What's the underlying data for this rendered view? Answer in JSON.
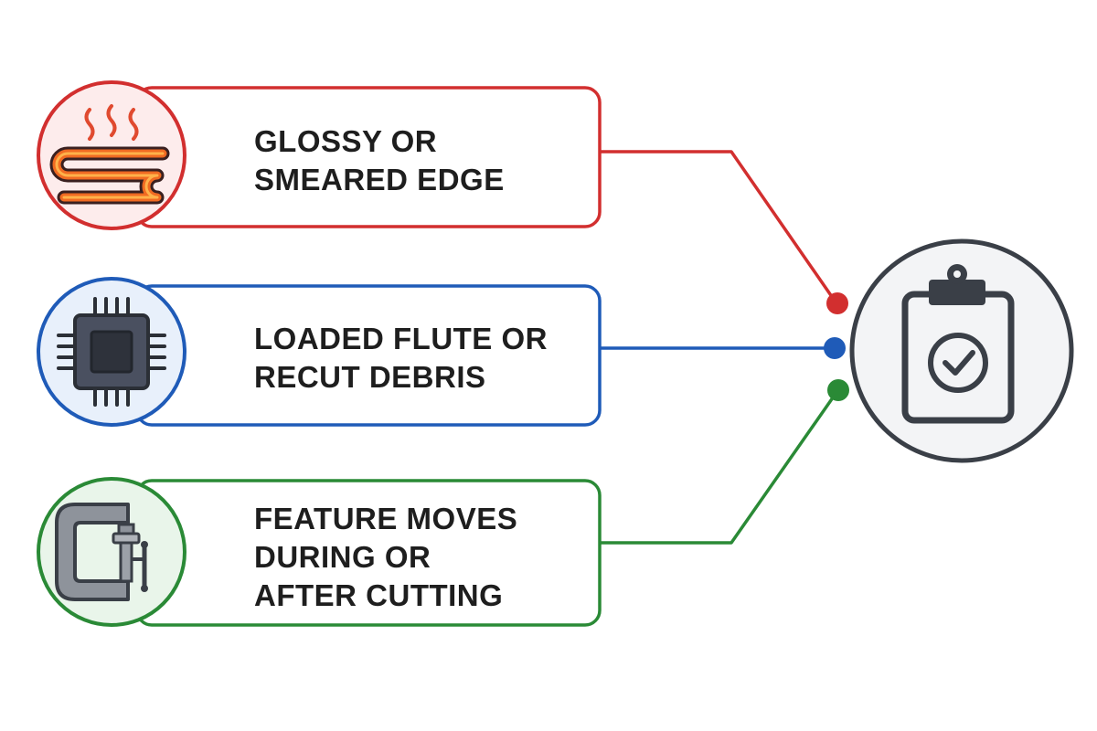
{
  "items": [
    {
      "lines": [
        "GLOSSY OR",
        "SMEARED EDGE"
      ],
      "icon": "heat-element-icon",
      "color": "#d22f2f",
      "tint": "#fdecec"
    },
    {
      "lines": [
        "LOADED FLUTE OR",
        "RECUT DEBRIS"
      ],
      "icon": "chip-icon",
      "color": "#1f5bb8",
      "tint": "#e8f0fb"
    },
    {
      "lines": [
        "FEATURE MOVES",
        "DURING OR",
        "AFTER CUTTING"
      ],
      "icon": "c-clamp-icon",
      "color": "#2a8a36",
      "tint": "#e9f5ea"
    }
  ],
  "target": {
    "icon": "clipboard-check-icon",
    "color": "#3a3f47"
  }
}
